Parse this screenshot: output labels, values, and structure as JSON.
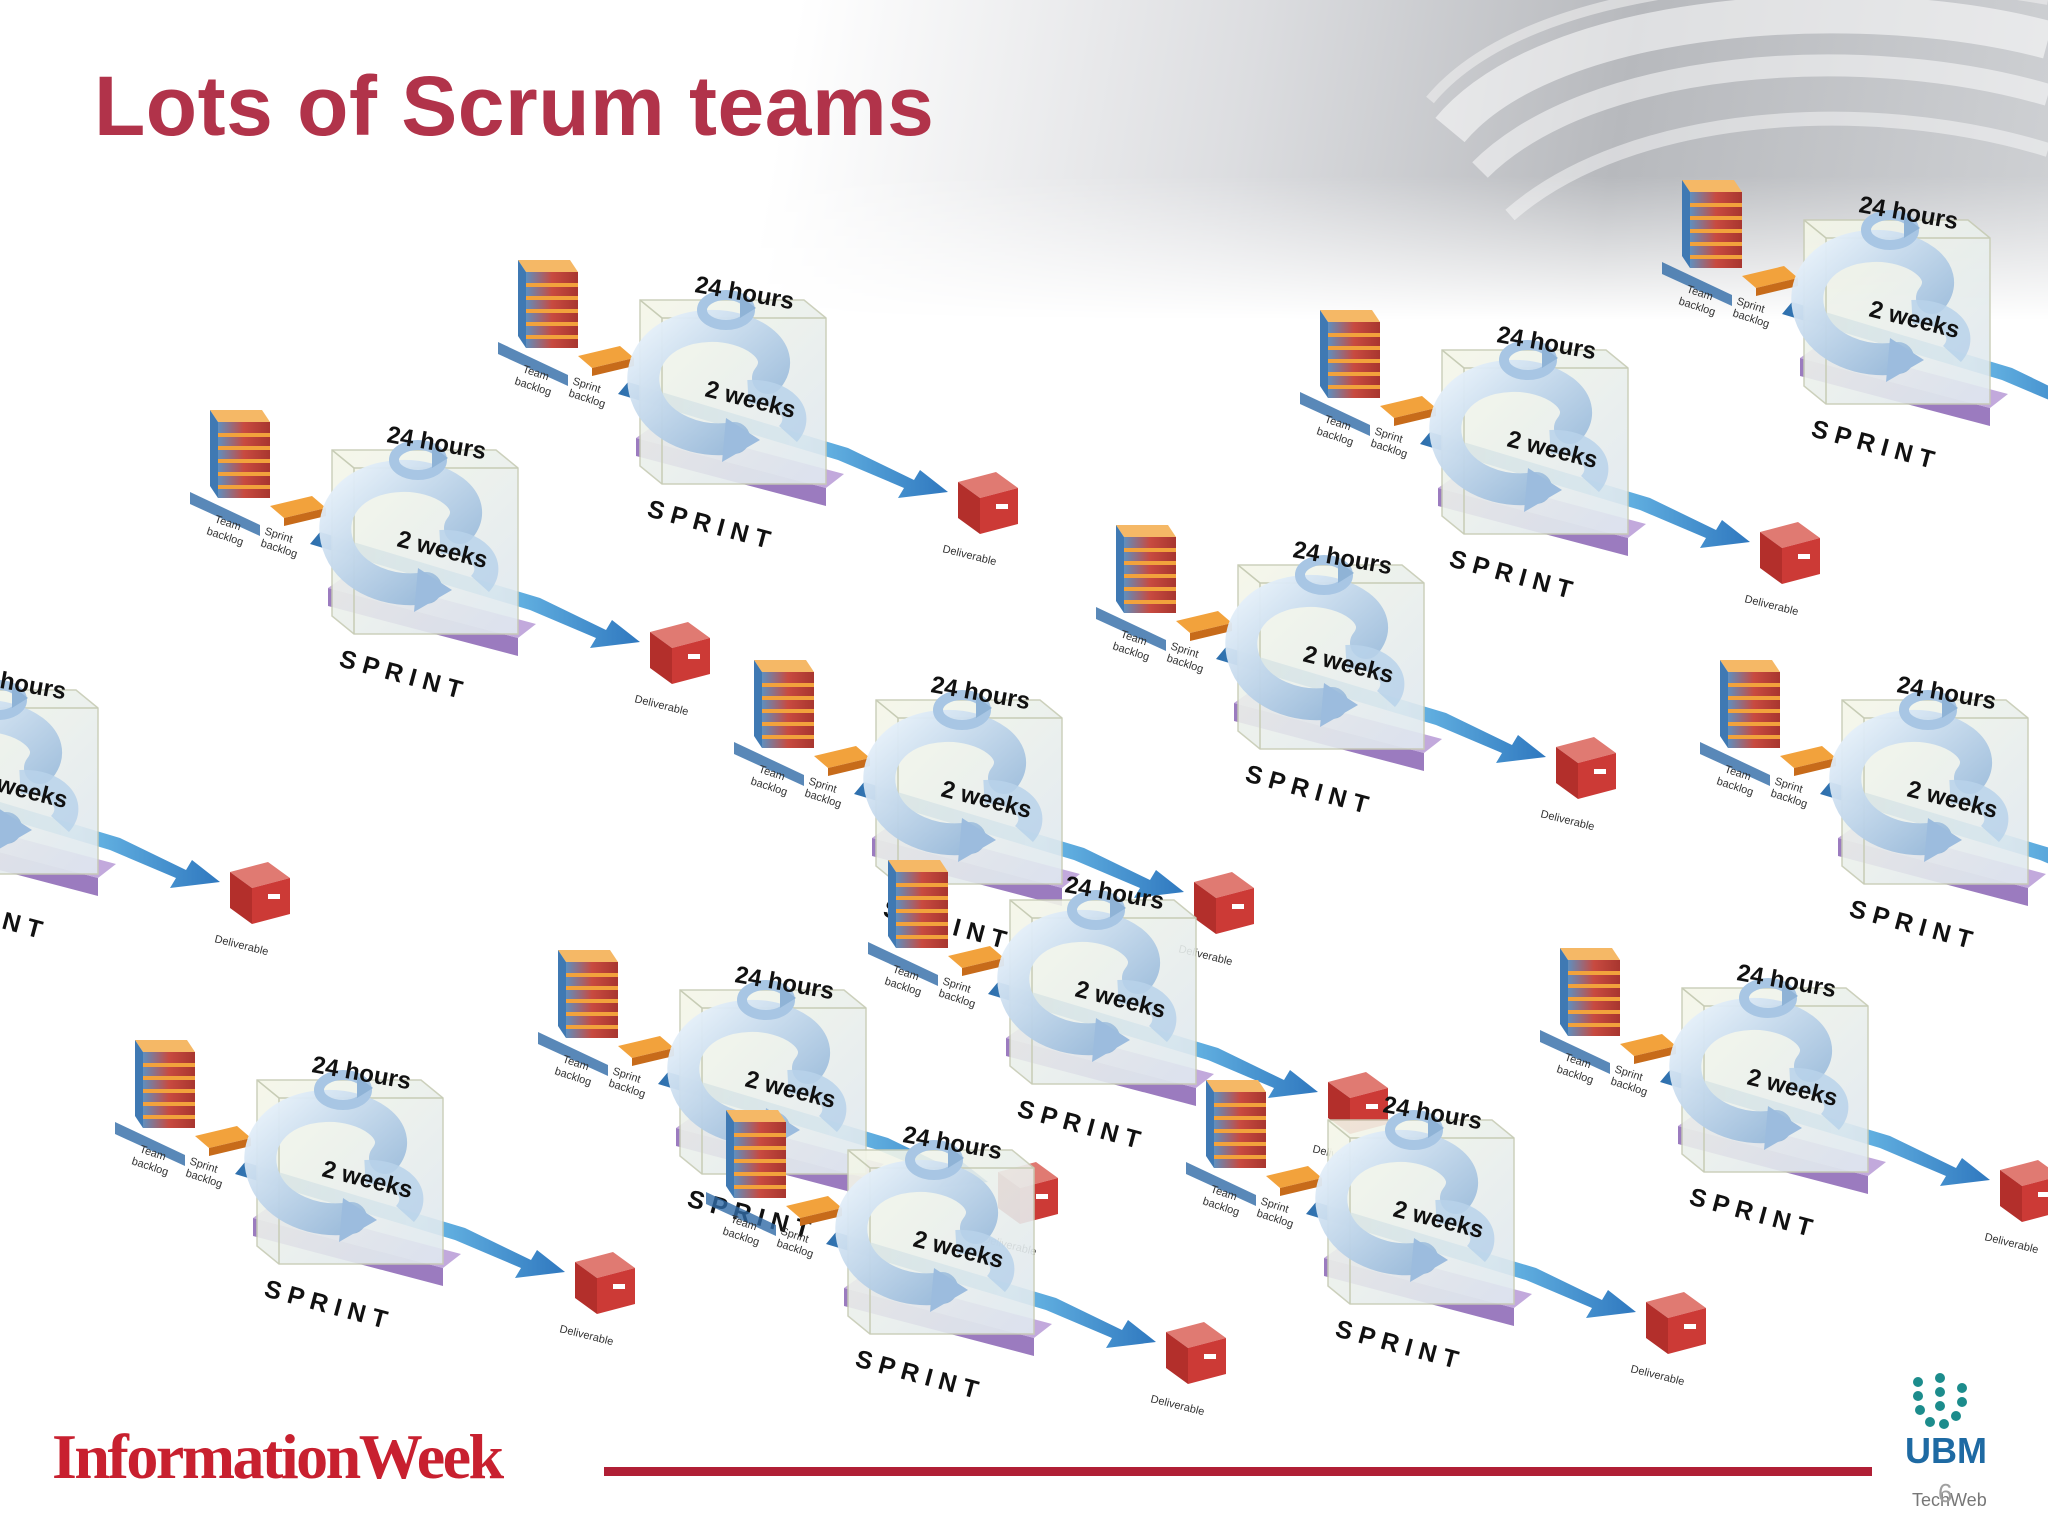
{
  "slide": {
    "title": "Lots of Scrum teams",
    "page_number": "6"
  },
  "diagram": {
    "labels": {
      "daily": "24 hours",
      "cycle": "2 weeks",
      "sprint": "S P R I N T",
      "team_backlog_line1": "Team",
      "team_backlog_line2": "backlog",
      "sprint_backlog_line1": "Sprint",
      "sprint_backlog_line2": "backlog",
      "deliverable": "Deliverable"
    }
  },
  "footer": {
    "brand": "InformationWeek",
    "ubm": "UBM",
    "ubm_sub": "TechWeb"
  },
  "colors": {
    "title": "#b1334a",
    "brand_red": "#c8202f",
    "footer_line": "#b01f35",
    "ubm_blue": "#1e6aa3",
    "backlog_orange": "#f2a23c",
    "backlog_red": "#c8443c",
    "deliverable_red": "#cc3a36",
    "sprint_purple": "#9b7bbf",
    "arrow_blue": "#3b8fd0"
  },
  "icons": [
    "scrum-cycle-icon",
    "team-backlog-icon",
    "sprint-backlog-icon",
    "deliverable-box-icon",
    "ubm-logo-icon"
  ]
}
